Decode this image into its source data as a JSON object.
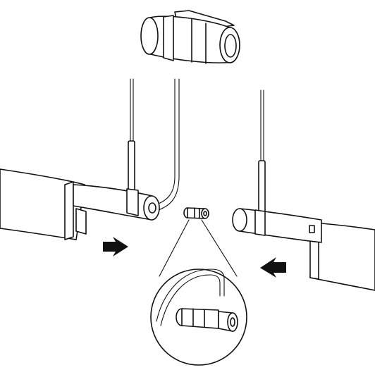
{
  "figure": {
    "kind": "assembly-illustration",
    "background": "#ffffff",
    "line_color": "#111111",
    "components": [
      "connector-sleeve",
      "left-light-tube",
      "right-light-tube",
      "suspension-wire",
      "power-cable",
      "small-connector",
      "magnified-detail"
    ],
    "arrows": [
      "push-right",
      "push-left"
    ]
  }
}
